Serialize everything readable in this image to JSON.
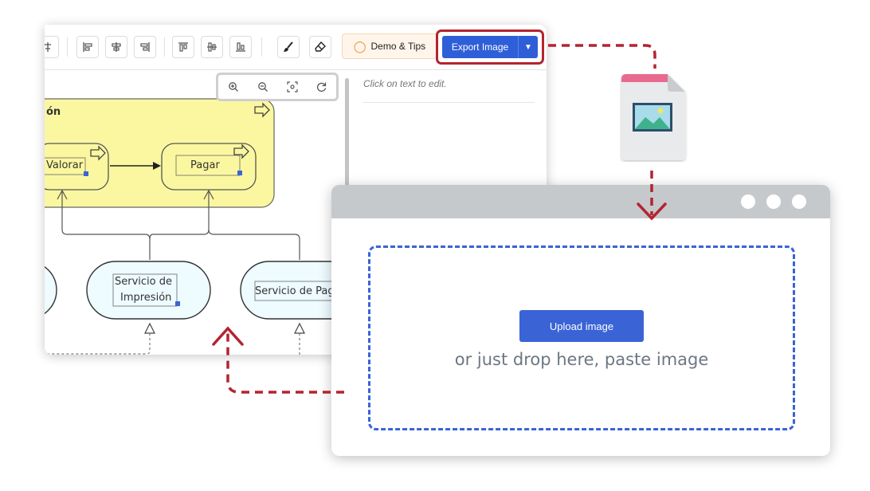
{
  "toolbar": {
    "demo_label": "Demo & Tips",
    "export_label": "Export Image",
    "icons": [
      "align-icon",
      "align-left-icon",
      "align-center-icon",
      "align-right-icon",
      "align-top-icon",
      "align-middle-icon",
      "align-bottom-icon",
      "brush-icon",
      "eraser-icon",
      "bulb-icon",
      "caret-down-icon"
    ]
  },
  "zoom_controls": [
    "zoom-in-icon",
    "zoom-out-icon",
    "fit-screen-icon",
    "reset-zoom-icon"
  ],
  "side_panel": {
    "hint": "Click on text to edit."
  },
  "diagram": {
    "container_label": "ón",
    "process_1": "Valorar",
    "process_2": "Pagar",
    "service_1_line1": "Servicio de",
    "service_1_line2": "Impresión",
    "service_2": "Servicio de Pag"
  },
  "browser": {
    "upload_label": "Upload image",
    "drop_text": "or just drop here, paste image"
  },
  "colors": {
    "accent_blue": "#3a64d6",
    "highlight_red": "#b32430",
    "diagram_yellow": "#fbf7a0",
    "service_fill": "#eefbff",
    "demo_bg": "#fff5ea"
  }
}
